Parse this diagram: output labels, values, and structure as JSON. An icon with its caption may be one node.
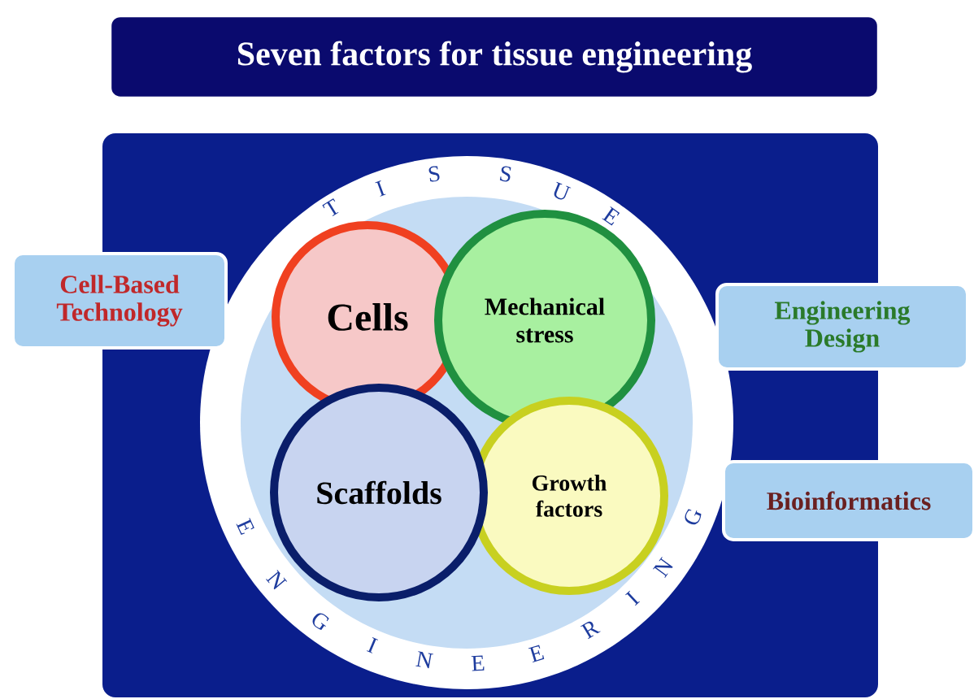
{
  "diagram": {
    "title": "Seven factors for tissue engineering",
    "nodes": [
      {
        "text": [
          "Cells"
        ]
      },
      {
        "text": [
          "Mechanical stress"
        ]
      },
      {
        "text": [
          "Scaffolds"
        ]
      },
      {
        "text": [
          "Growth factors"
        ]
      },
      {
        "text": [
          "Cell-Based Technology"
        ]
      },
      {
        "text": [
          "Engineering Design"
        ]
      },
      {
        "text": [
          "Bioinformatics"
        ]
      }
    ],
    "labels": [
      "T",
      "I",
      "S",
      "S",
      "U",
      "E",
      "E",
      "N",
      "G",
      "I",
      "N",
      "E",
      "E",
      "R",
      "I",
      "N",
      "G"
    ]
  }
}
